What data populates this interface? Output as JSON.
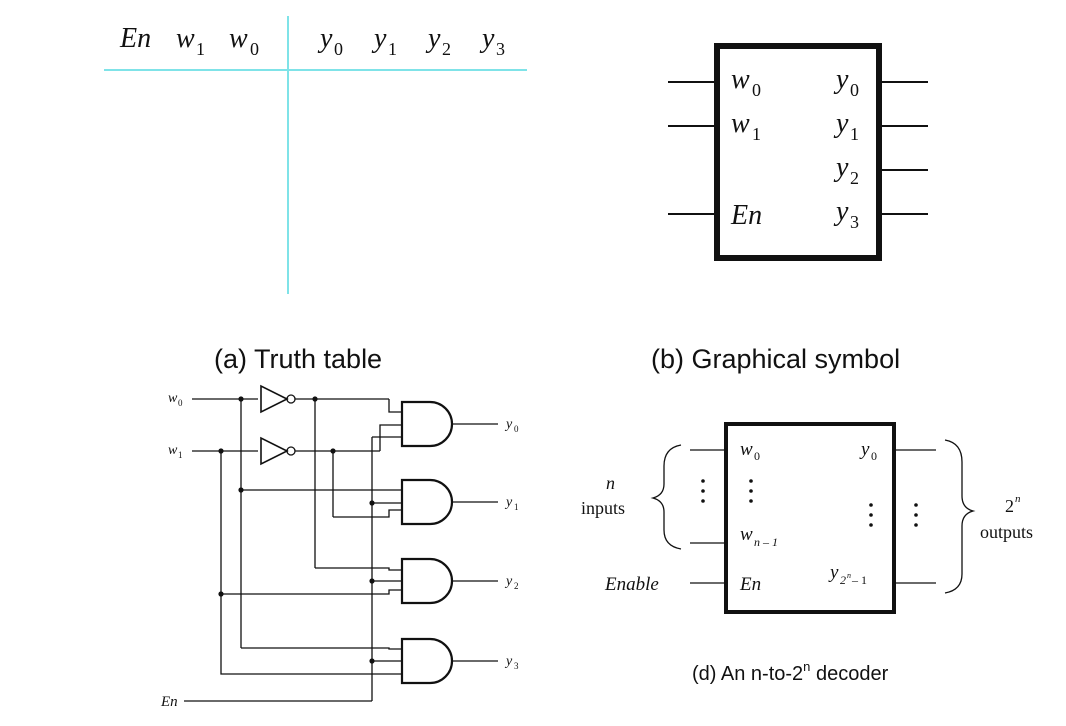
{
  "truth_table": {
    "caption": "(a) Truth table",
    "header": {
      "en": "En",
      "w1": "w",
      "w1_sub": "1",
      "w0": "w",
      "w0_sub": "0",
      "y0": "y",
      "y0_sub": "0",
      "y1": "y",
      "y1_sub": "1",
      "y2": "y",
      "y2_sub": "2",
      "y3": "y",
      "y3_sub": "3"
    },
    "line_color": "#7fe3e8"
  },
  "graphical_symbol": {
    "caption": "(b) Graphical symbol",
    "inputs": [
      {
        "label": "w",
        "sub": "0"
      },
      {
        "label": "w",
        "sub": "1"
      },
      {
        "label": "En",
        "sub": ""
      }
    ],
    "outputs": [
      {
        "label": "y",
        "sub": "0"
      },
      {
        "label": "y",
        "sub": "1"
      },
      {
        "label": "y",
        "sub": "2"
      },
      {
        "label": "y",
        "sub": "3"
      }
    ]
  },
  "circuit": {
    "inputs": [
      {
        "label": "w",
        "sub": "0"
      },
      {
        "label": "w",
        "sub": "1"
      },
      {
        "label": "En",
        "sub": ""
      }
    ],
    "outputs": [
      {
        "label": "y",
        "sub": "0"
      },
      {
        "label": "y",
        "sub": "1"
      },
      {
        "label": "y",
        "sub": "2"
      },
      {
        "label": "y",
        "sub": "3"
      }
    ]
  },
  "decoder_n": {
    "caption_pre": "(d) An n-to-2",
    "caption_sup": "n",
    "caption_post": " decoder",
    "left_n": "n",
    "left_inputs": "inputs",
    "enable": "Enable",
    "right_2": "2",
    "right_sup": "n",
    "right_outputs": "outputs",
    "w0": "w",
    "w0_sub": "0",
    "wn": "w",
    "wn_sub": "n – 1",
    "en": "En",
    "y0": "y",
    "y0_sub": "0",
    "yn": "y",
    "yn_sub": "2",
    "yn_sub_sup": "n",
    "yn_sub_post": " – 1"
  }
}
